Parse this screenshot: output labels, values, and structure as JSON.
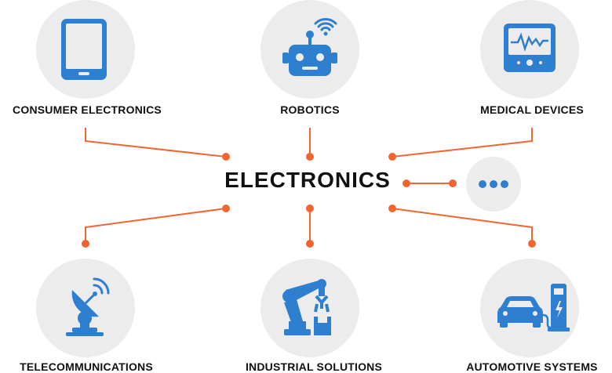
{
  "center": {
    "title": "ELECTRONICS"
  },
  "nodes": [
    {
      "label": "CONSUMER ELECTRONICS",
      "icon": "tablet-icon"
    },
    {
      "label": "ROBOTICS",
      "icon": "robot-icon"
    },
    {
      "label": "MEDICAL DEVICES",
      "icon": "heart-monitor-icon"
    },
    {
      "label": "TELECOMMUNICATIONS",
      "icon": "satellite-dish-icon"
    },
    {
      "label": "INDUSTRIAL SOLUTIONS",
      "icon": "robotic-arm-icon"
    },
    {
      "label": "AUTOMOTIVE SYSTEMS",
      "icon": "electric-car-charging-icon"
    }
  ],
  "more": {
    "icon": "more-dots-icon"
  },
  "colors": {
    "accent": "#f26430",
    "icon": "#2f7fd0",
    "circle": "#ececec",
    "text": "#111111"
  }
}
